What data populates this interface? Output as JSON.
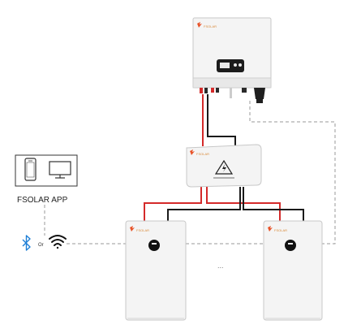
{
  "app": {
    "label": "FSOLAR APP"
  },
  "connectivity": {
    "or_text": "Or"
  },
  "ellipsis": "...",
  "inverter": {
    "brand": "FSOLAR"
  },
  "combiner": {
    "brand": "FSOLAR"
  },
  "battery_1": {
    "brand": "FSOLAR"
  },
  "battery_2": {
    "brand": "FSOLAR"
  },
  "colors": {
    "positive_cable": "#d42a2a",
    "negative_cable": "#1a1a1a",
    "comm_line": "#9a9a9a",
    "bluetooth": "#1f7fd6",
    "device_body": "#f4f4f4",
    "device_outline": "#c8c8c8",
    "display": "#111111"
  },
  "icons": [
    "phone-icon",
    "monitor-icon",
    "bluetooth-icon",
    "wifi-icon",
    "high-voltage-warning-icon",
    "fsolar-logo"
  ]
}
